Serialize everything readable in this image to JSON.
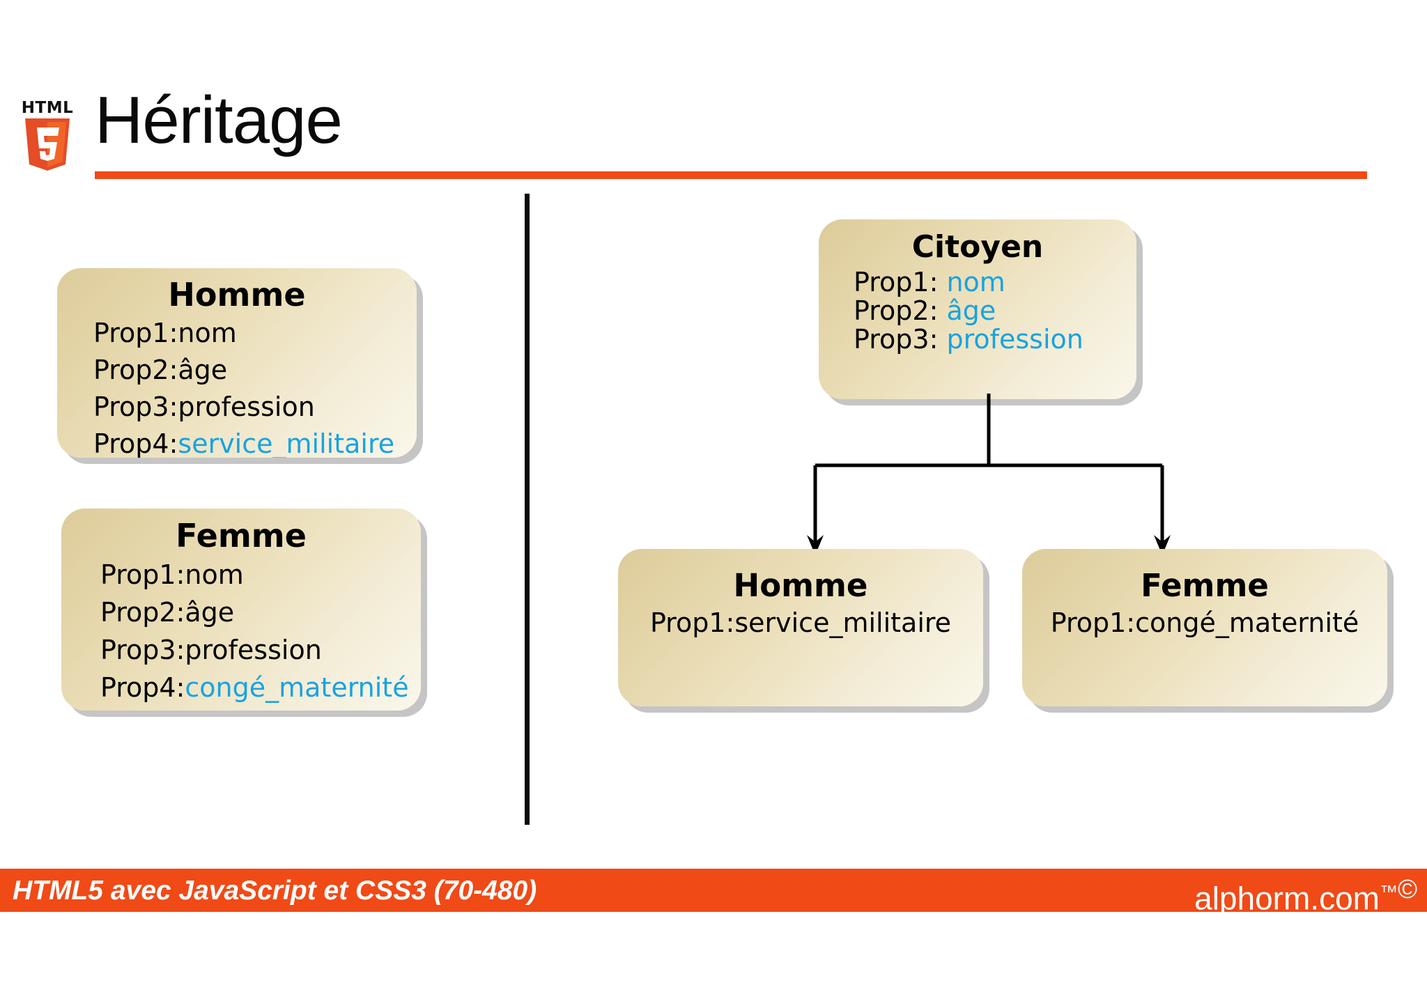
{
  "slide": {
    "title": "Héritage",
    "logo_text": "HTML",
    "logo_number": "5",
    "accent_color": "#f04a17",
    "highlight_color": "#18a3e0",
    "box_fill_start": "#ddcb9a",
    "box_fill_end": "#faf7ea"
  },
  "left_panel": {
    "boxes": [
      {
        "title": "Homme",
        "props": [
          {
            "label": "Prop1:",
            "value": "nom",
            "highlight": false
          },
          {
            "label": "Prop2:",
            "value": "âge",
            "highlight": false
          },
          {
            "label": "Prop3:",
            "value": "profession",
            "highlight": false
          },
          {
            "label": "Prop4:",
            "value": "service_militaire",
            "highlight": true
          }
        ]
      },
      {
        "title": "Femme",
        "props": [
          {
            "label": "Prop1:",
            "value": "nom",
            "highlight": false
          },
          {
            "label": "Prop2:",
            "value": "âge",
            "highlight": false
          },
          {
            "label": "Prop3:",
            "value": "profession",
            "highlight": false
          },
          {
            "label": "Prop4:",
            "value": "congé_maternité",
            "highlight": true
          }
        ]
      }
    ]
  },
  "right_panel": {
    "parent": {
      "title": "Citoyen",
      "props": [
        {
          "label": "Prop1: ",
          "value": "nom",
          "highlight": true
        },
        {
          "label": "Prop2: ",
          "value": "âge",
          "highlight": true
        },
        {
          "label": "Prop3: ",
          "value": "profession",
          "highlight": true
        }
      ]
    },
    "children": [
      {
        "title": "Homme",
        "props": [
          {
            "label": "Prop1:",
            "value": "service_militaire",
            "highlight": false
          }
        ]
      },
      {
        "title": "Femme",
        "props": [
          {
            "label": "Prop1:",
            "value": "congé_maternité",
            "highlight": false
          }
        ]
      }
    ]
  },
  "footer": {
    "left_text": "HTML5 avec  JavaScript et  CSS3 (70-480)",
    "brand": "alphorm.com",
    "tm": "™",
    "copyright": "©"
  }
}
